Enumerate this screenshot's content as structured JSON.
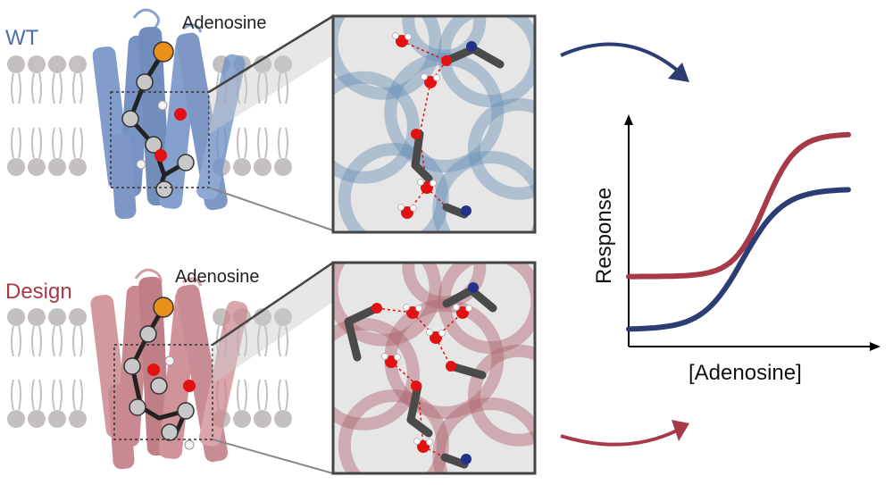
{
  "labels": {
    "wt": "WT",
    "design": "Design",
    "ligand_top": "Adenosine",
    "ligand_bottom": "Adenosine",
    "y_axis": "Response",
    "x_axis": "[Adenosine]"
  },
  "colors": {
    "wt": "#4a6ea8",
    "wt_curve": "#2b3d73",
    "design": "#a63a48",
    "design_curve": "#a63a48",
    "membrane": "#c4c0c0",
    "oxygen": "#e21212",
    "nitrogen": "#22318a",
    "ligand_atom": "#e8901a"
  },
  "chart_data": {
    "type": "line",
    "title": "",
    "xlabel": "[Adenosine]",
    "ylabel": "Response",
    "series": [
      {
        "color": "#a63a48",
        "baseline": 0.3,
        "top": 1.0,
        "midpoint": 0.62,
        "slope": 14
      },
      {
        "color": "#2b3d73",
        "baseline": 0.04,
        "top": 0.73,
        "midpoint": 0.52,
        "slope": 11
      }
    ]
  }
}
